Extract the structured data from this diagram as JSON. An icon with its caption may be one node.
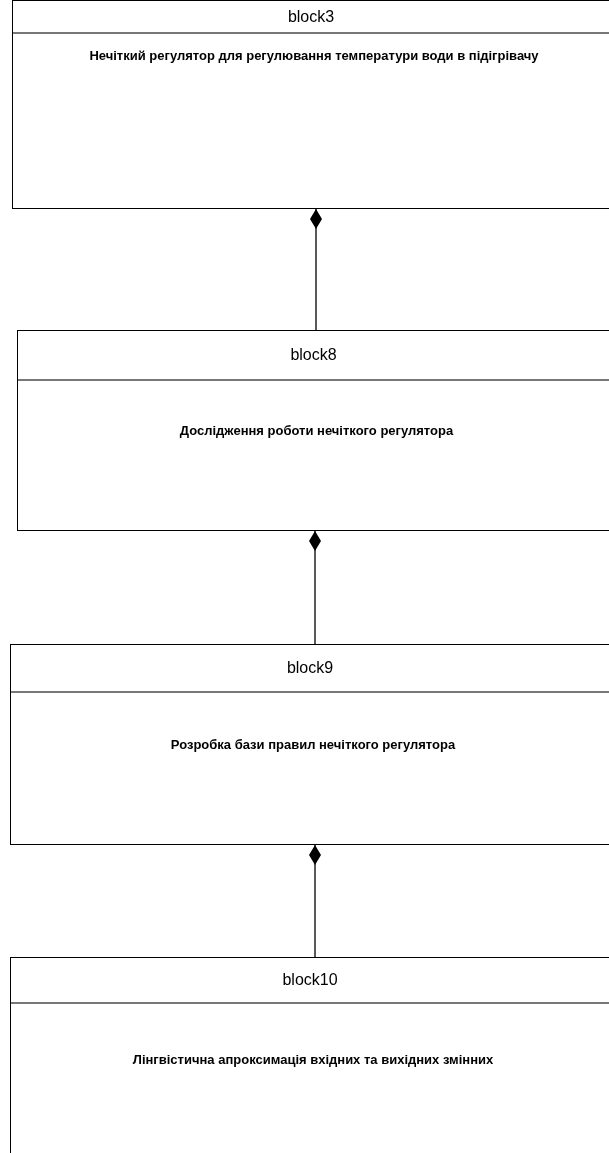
{
  "diagram": {
    "nodes": [
      {
        "text": [
          "block3",
          "Нечіткий регулятор для регулювання температури води в підігрівачу"
        ]
      },
      {
        "text": [
          "block8",
          "Дослідження роботи нечіткого регулятора"
        ]
      },
      {
        "text": [
          "block9",
          "Розробка бази правил нечіткого регулятора"
        ]
      },
      {
        "text": [
          "block10",
          "Лінгвістична апроксимація вхідних та вихідних змінних"
        ]
      }
    ],
    "edges": [
      {
        "from": 1,
        "to": 0,
        "arrow": "other"
      },
      {
        "from": 2,
        "to": 1,
        "arrow": "other"
      },
      {
        "from": 3,
        "to": 2,
        "arrow": "other"
      }
    ]
  }
}
